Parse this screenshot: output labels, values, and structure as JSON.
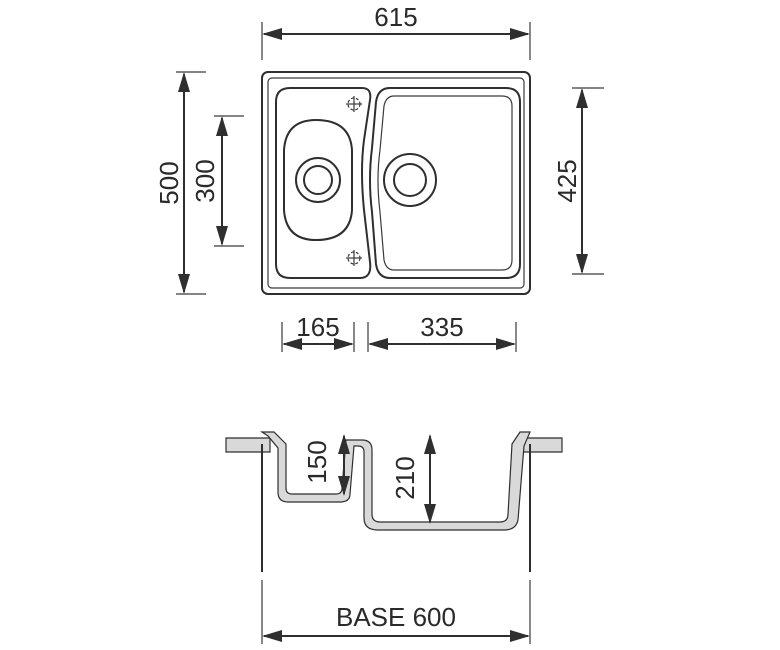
{
  "top_view": {
    "dim_width_total": "615",
    "dim_height_total": "500",
    "dim_small_bowl_height": "300",
    "dim_large_bowl_height": "425",
    "dim_small_bowl_width": "165",
    "dim_large_bowl_width": "335"
  },
  "section_view": {
    "dim_small_bowl_depth": "150",
    "dim_large_bowl_depth": "210",
    "dim_base": "BASE 600"
  },
  "colors": {
    "line": "#2f2f2f",
    "fill_gray": "#d9d9d9",
    "background": "#ffffff"
  }
}
